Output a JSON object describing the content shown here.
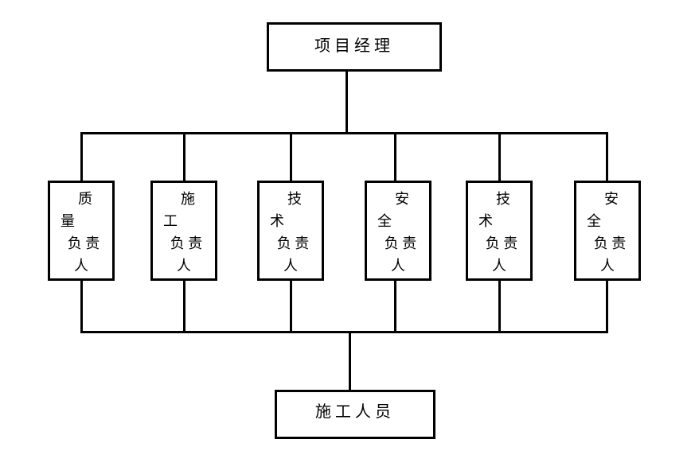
{
  "diagram": {
    "type": "org-chart",
    "background_color": "#ffffff",
    "line_color": "#000000",
    "text_color": "#000000",
    "top": {
      "label": "项目经理"
    },
    "middle": [
      {
        "label": "质量负责人",
        "lines": [
          "质",
          "量",
          "负 责",
          "人"
        ]
      },
      {
        "label": "施工负责人",
        "lines": [
          "施",
          "工",
          "负 责",
          "人"
        ]
      },
      {
        "label": "技术负责人",
        "lines": [
          "技",
          "术",
          "负 责",
          "人"
        ]
      },
      {
        "label": "安全负责人",
        "lines": [
          "安",
          "全",
          "负 责",
          "人"
        ]
      },
      {
        "label": "技术负责人",
        "lines": [
          "技",
          "术",
          "负 责",
          "人"
        ]
      },
      {
        "label": "安全负责人",
        "lines": [
          "安",
          "全",
          "负 责",
          "人"
        ]
      }
    ],
    "bottom": {
      "label": "施工人员"
    }
  }
}
